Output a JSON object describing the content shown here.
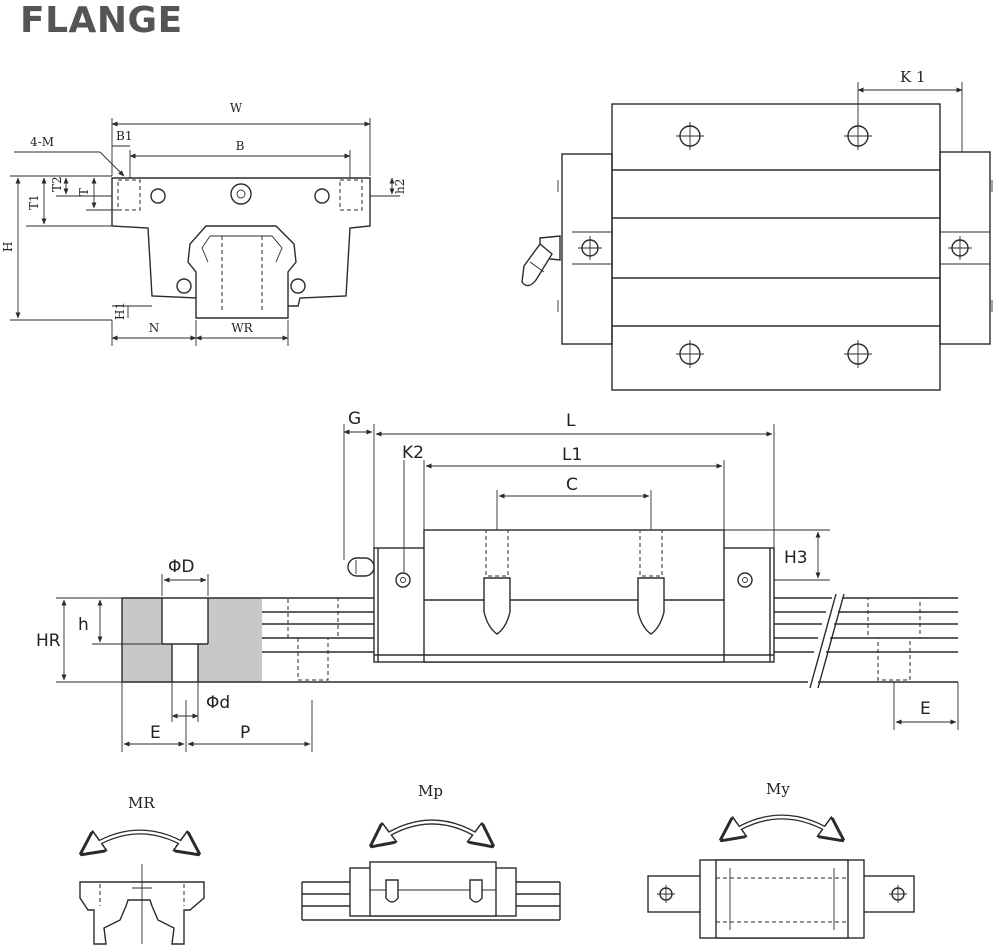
{
  "title": "FLANGE",
  "front_view": {
    "labels": {
      "W": "W",
      "B": "B",
      "B1": "B1",
      "M": "4-M",
      "T": "T",
      "T2": "T2",
      "T1": "T1",
      "H": "H",
      "H1": "H1",
      "h2": "h2",
      "N": "N",
      "WR": "WR"
    }
  },
  "top_view": {
    "labels": {
      "K1": "K 1"
    }
  },
  "side_view": {
    "labels": {
      "G": "G",
      "L": "L",
      "K2": "K2",
      "L1": "L1",
      "C": "C",
      "H3": "H3",
      "D": "ΦD",
      "h": "h",
      "HR": "HR",
      "d": "Φd",
      "E_left": "E",
      "P": "P",
      "E_right": "E"
    }
  },
  "moments": [
    {
      "label": "MR"
    },
    {
      "label": "Mp"
    },
    {
      "label": "My"
    }
  ]
}
